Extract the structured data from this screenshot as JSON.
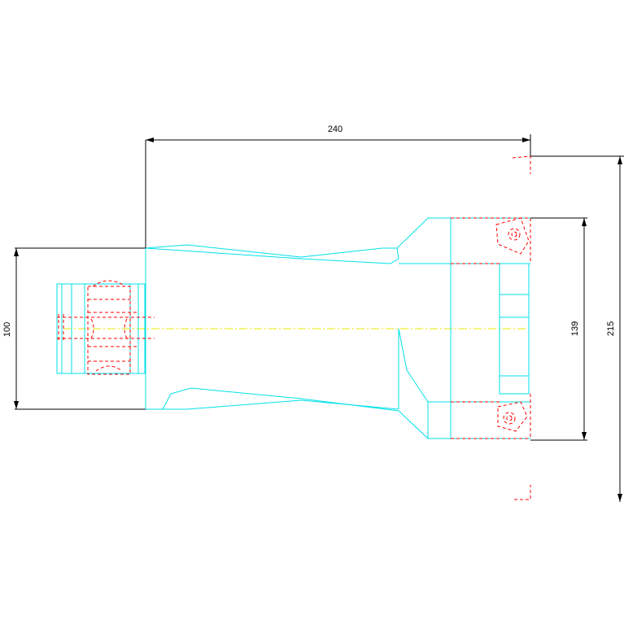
{
  "drawing": {
    "dimensions": {
      "width_240": "240",
      "height_100": "100",
      "height_139": "139",
      "height_215": "215"
    },
    "colors": {
      "background": "#ffffff",
      "dimension_lines": "#000000",
      "visible_edges": "#00e0e8",
      "hidden_edges": "#ff0000",
      "center_line": "#e8e800"
    }
  }
}
